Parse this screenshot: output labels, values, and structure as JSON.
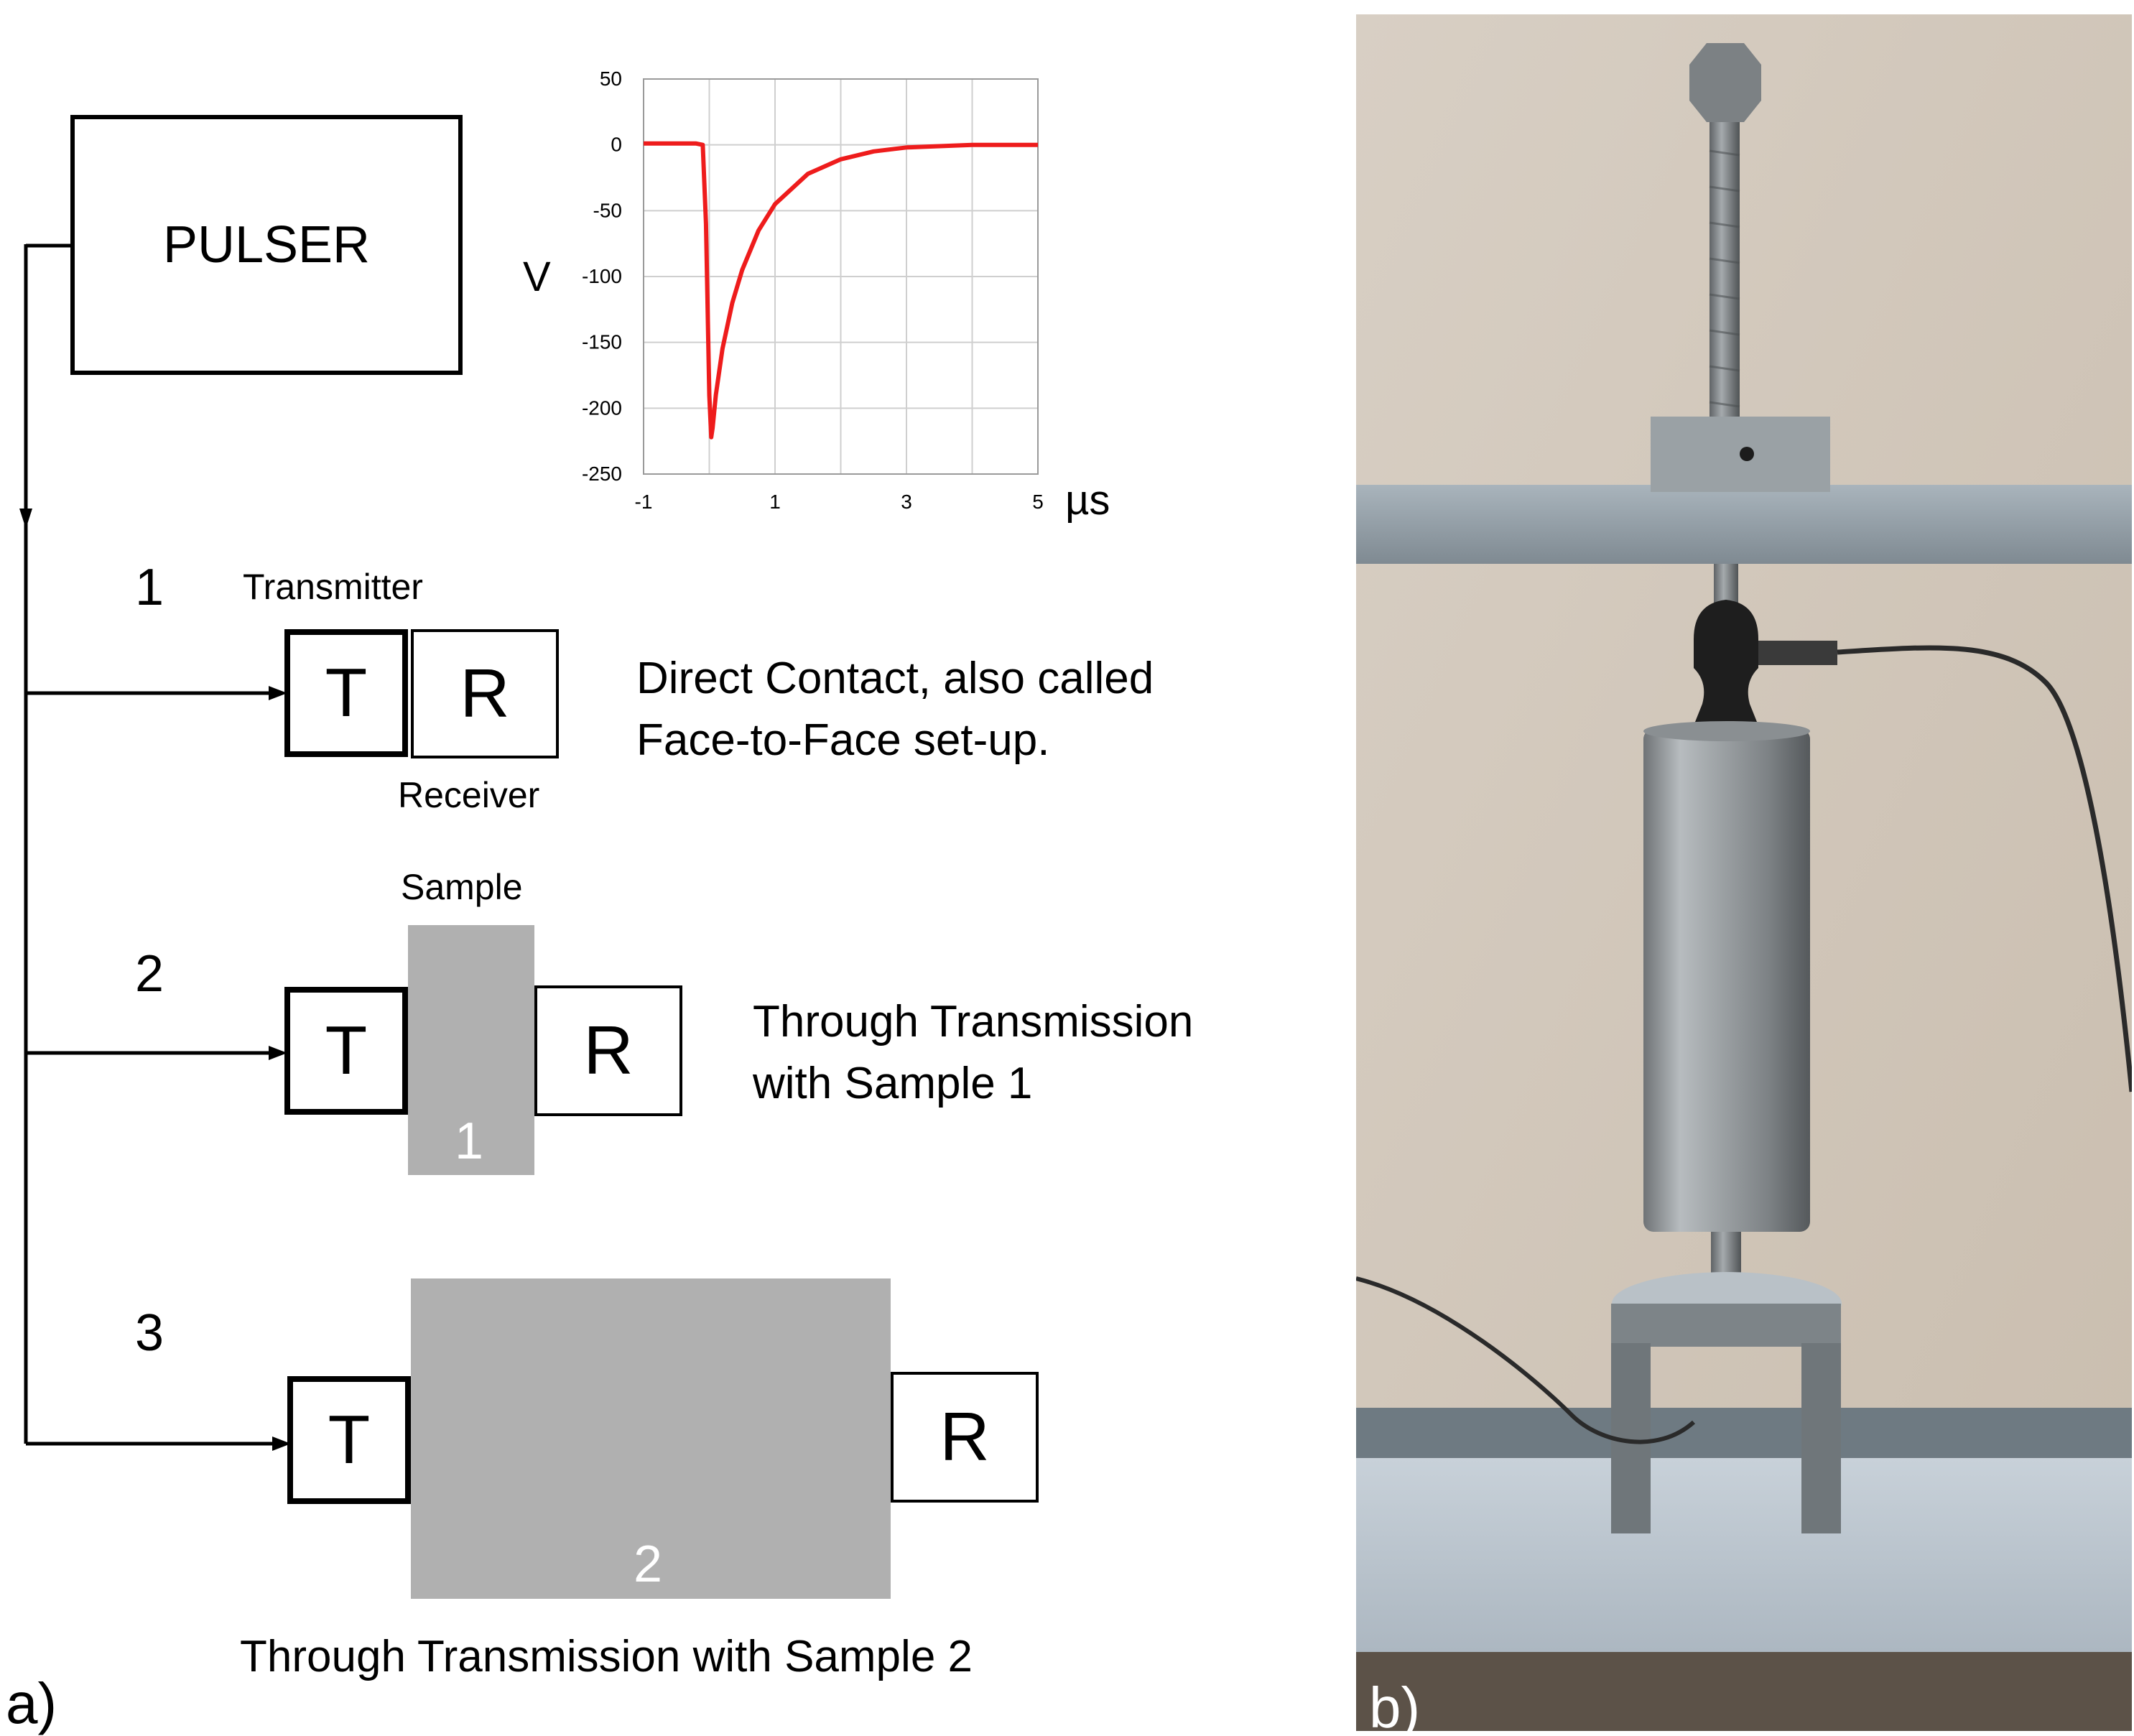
{
  "panel_a": {
    "label": "a)",
    "pulser_label": "PULSER",
    "setups": [
      {
        "number": "1",
        "transmitter_label": "Transmitter",
        "receiver_label": "Receiver",
        "t": "T",
        "r": "R",
        "caption_lines": [
          "Direct Contact, also called",
          "Face-to-Face set-up."
        ]
      },
      {
        "number": "2",
        "sample_label": "Sample",
        "t": "T",
        "r": "R",
        "sample_number": "1",
        "caption_lines": [
          "Through Transmission",
          "with Sample 1"
        ]
      },
      {
        "number": "3",
        "t": "T",
        "r": "R",
        "sample_number": "2",
        "caption_lines": [
          "Through Transmission with Sample 2"
        ]
      }
    ]
  },
  "chart_data": {
    "type": "line",
    "ylabel": "V",
    "xlabel": "µs",
    "xlim": [
      -1,
      5
    ],
    "ylim": [
      -250,
      50
    ],
    "x_ticks": [
      -1,
      1,
      3,
      5
    ],
    "y_ticks": [
      50,
      0,
      -50,
      -100,
      -150,
      -200,
      -250
    ],
    "x_gridlines": [
      -1,
      0,
      1,
      2,
      3,
      4,
      5
    ],
    "y_gridlines": [
      50,
      0,
      -50,
      -100,
      -150,
      -200,
      -250
    ],
    "grid": true,
    "series": [
      {
        "color": "#ee1c1c",
        "x": [
          -1,
          -0.2,
          -0.1,
          -0.05,
          0,
          0.03,
          0.05,
          0.1,
          0.2,
          0.35,
          0.5,
          0.75,
          1,
          1.5,
          2,
          2.5,
          3,
          3.5,
          4,
          5
        ],
        "y": [
          1,
          1,
          0,
          -60,
          -190,
          -222,
          -215,
          -190,
          -155,
          -120,
          -95,
          -65,
          -45,
          -22,
          -11,
          -5,
          -2,
          -1,
          0,
          0
        ]
      }
    ]
  },
  "panel_b": {
    "label": "b)"
  },
  "colors": {
    "sample_gray": "#b0b0b0",
    "curve_red": "#ee1c1c",
    "grid_gray": "#cfcfcf"
  }
}
